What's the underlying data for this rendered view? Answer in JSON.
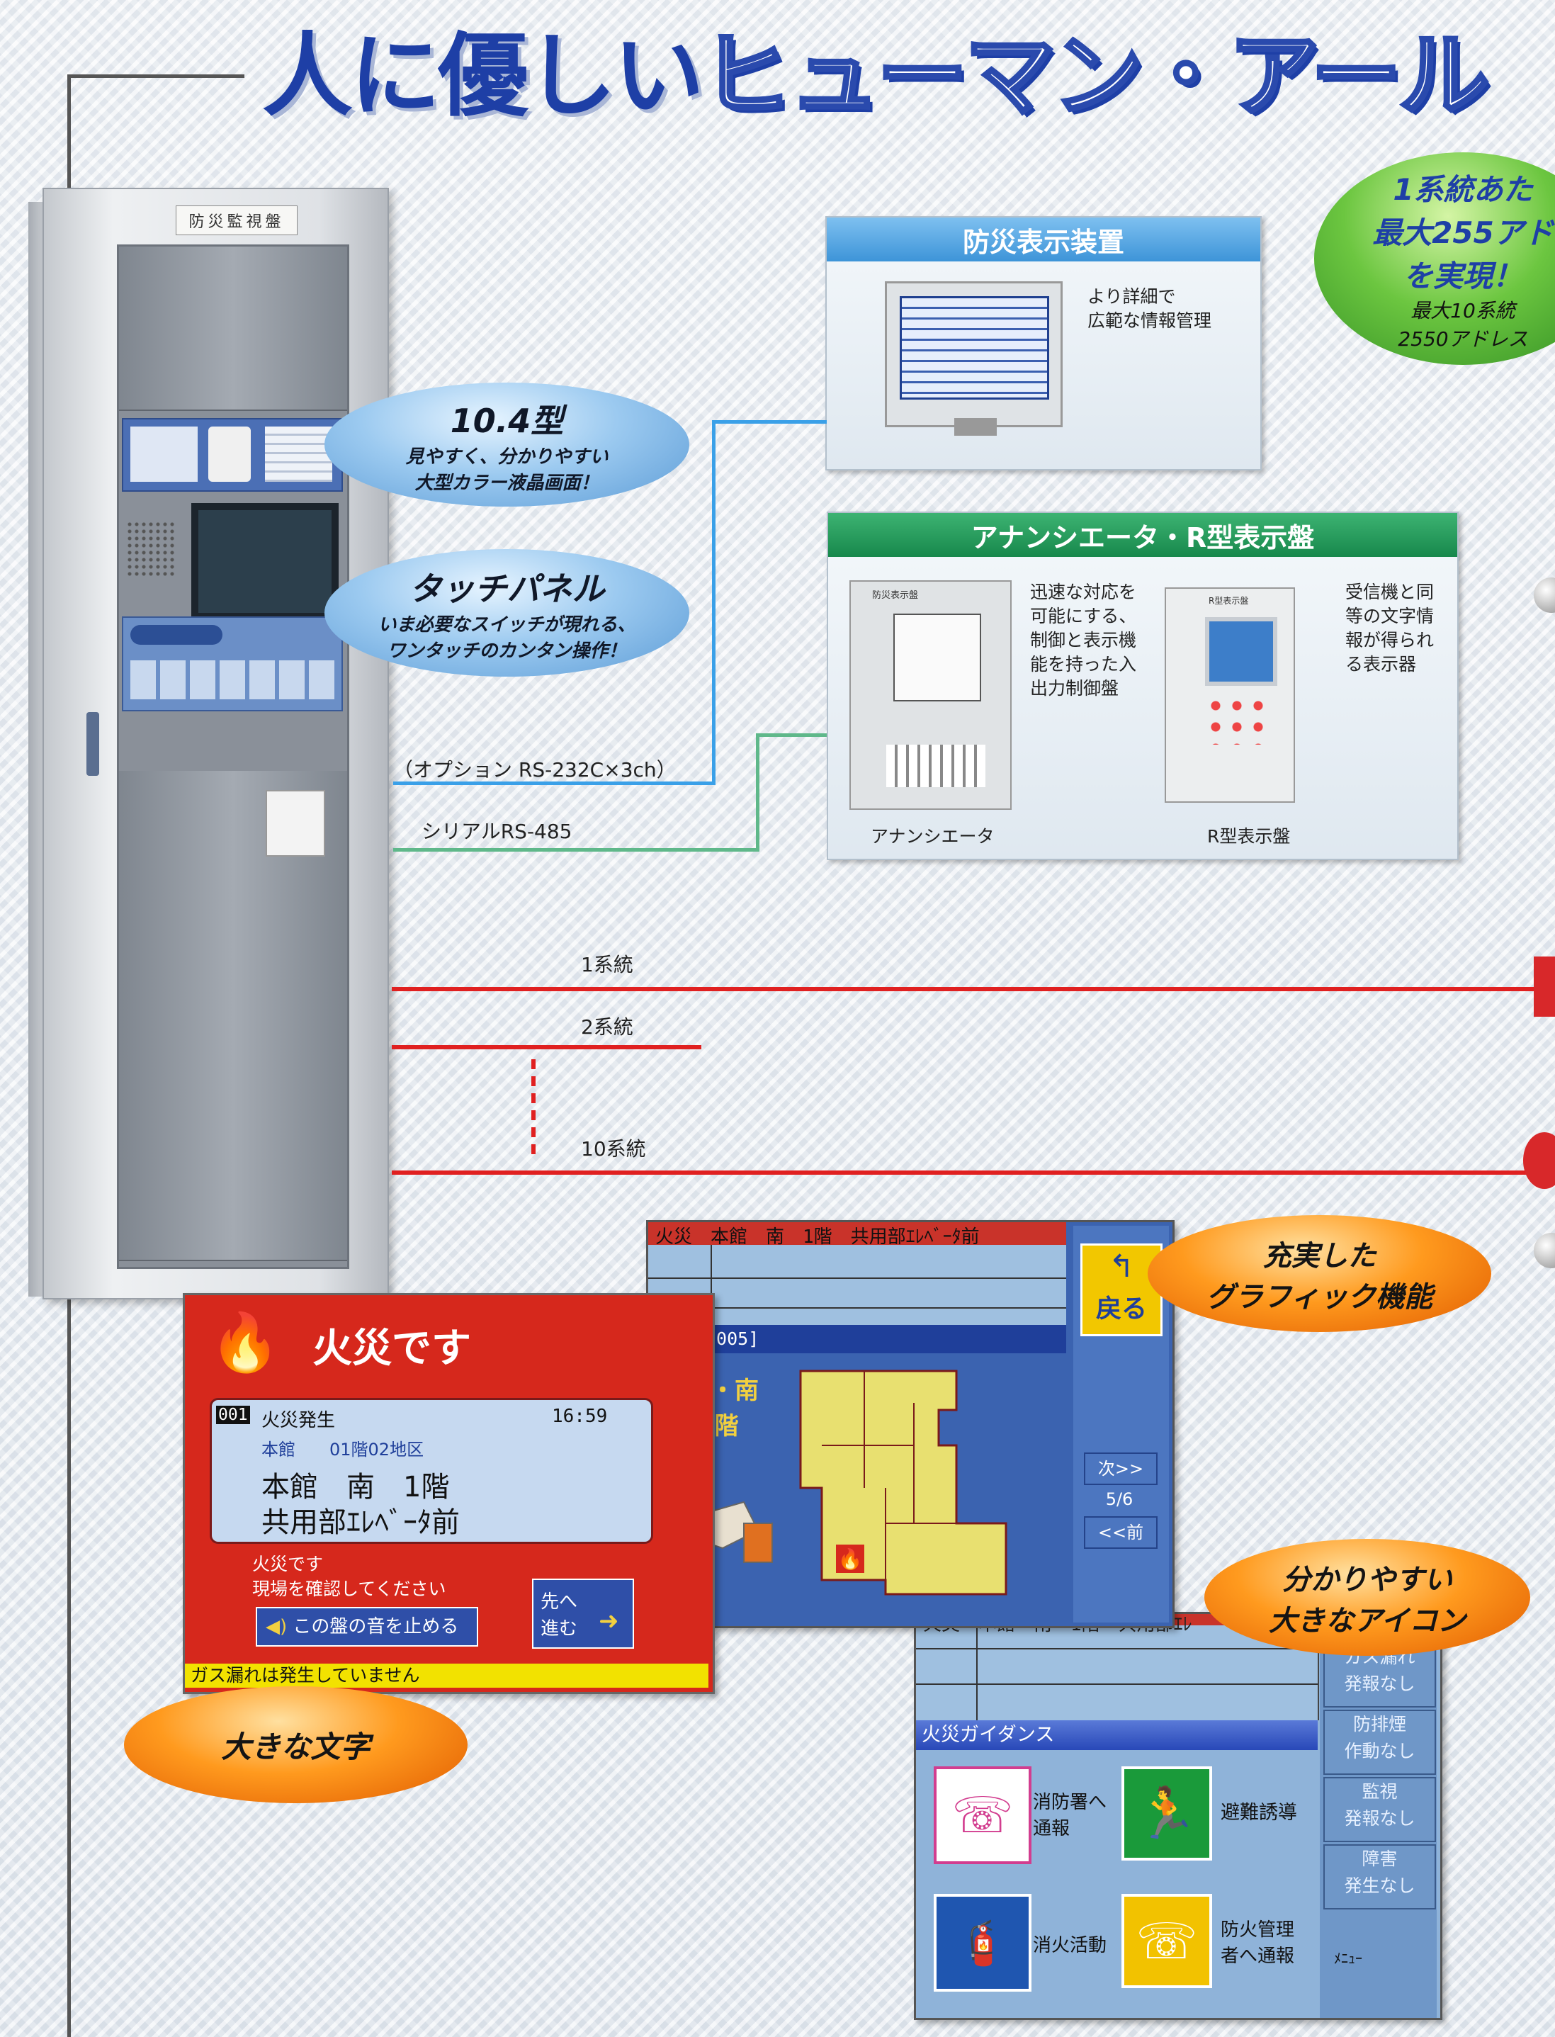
{
  "title": {
    "part1": "人に優しい",
    "part2": "ヒューマン・アール"
  },
  "cabinet": {
    "plate": "防災監視盤"
  },
  "callouts": {
    "lcd": {
      "head": "10.4型",
      "line1": "見やすく、分かりやすい",
      "line2": "大型カラー液晶画面！"
    },
    "touch": {
      "head": "タッチパネル",
      "line1": "いま必要なスイッチが現れる、",
      "line2": "ワンタッチのカンタン操作！"
    },
    "green": {
      "line1": "1系統あた",
      "line2": "最大255アド",
      "line3": "を実現！",
      "line4": "最大10系統",
      "line5": "2550アドレス"
    },
    "graphic": {
      "line1": "充実した",
      "line2": "グラフィック機能"
    },
    "icon": {
      "line1": "分かりやすい",
      "line2": "大きなアイコン"
    },
    "text": {
      "line1": "大きな文字"
    }
  },
  "display_box": {
    "head": "防災表示装置",
    "desc1": "より詳細で",
    "desc2": "広範な情報管理"
  },
  "annunciator_box": {
    "head": "アナンシエータ・R型表示盤",
    "left_desc": [
      "迅速な対応を",
      "可能にする、",
      "制御と表示機",
      "能を持った入",
      "出力制御盤"
    ],
    "right_desc": [
      "受信機と同",
      "等の文字情",
      "報が得られ",
      "る表示器"
    ],
    "left_caption": "アナンシエータ",
    "right_caption": "R型表示盤",
    "panel_label": "防災表示盤",
    "r_panel_label": "R型表示盤"
  },
  "lines": {
    "rs232": "（オプション RS-232C×3ch）",
    "rs485": "シリアルRS-485",
    "sys1": "1系統",
    "sys2": "2系統",
    "sys10": "10系統"
  },
  "screen_fire": {
    "header": "火災です",
    "num": "001",
    "event": "火災発生",
    "time": "16:59",
    "sub": "本館　　01階02地区",
    "loc1": "本館　南　1階",
    "loc2": "共用部ｴﾚﾍﾞｰﾀ前",
    "msg1": "火災です",
    "msg2": "現場を確認してください",
    "stop_btn": "この盤の音を止める",
    "next_btn1": "先へ",
    "next_btn2": "進む",
    "footer": "ガス漏れは発生していません"
  },
  "screen_map": {
    "header": "火災　本館　南　1階　共用部ｴﾚﾍﾞｰﾀ前",
    "back_btn": "戻る",
    "map_label": "全体図[005]",
    "bldg1": "本館・南",
    "bldg2": "1階",
    "next_btn": "次>>",
    "page": "5/6",
    "prev_btn": "<<前"
  },
  "screen_guide": {
    "header": "火災　本館　南　1階　共用部ｴﾚ",
    "title": "火災ガイダンス",
    "item1a": "消防署へ",
    "item1b": "通報",
    "item2": "避難誘導",
    "item3": "消火活動",
    "item4a": "防火管理",
    "item4b": "者へ通報",
    "side": [
      {
        "a": "ガス漏れ",
        "b": "発報なし"
      },
      {
        "a": "防排煙",
        "b": "作動なし"
      },
      {
        "a": "監視",
        "b": "発報なし"
      },
      {
        "a": "障害",
        "b": "発生なし"
      }
    ],
    "menu": "ﾒﾆｭｰ"
  },
  "colors": {
    "title_blue": "#1e3fa6",
    "rs232_line": "#3aa0e8",
    "rs485_line": "#5fb88a",
    "system_line": "#e02020",
    "fire_red": "#d6281c"
  }
}
